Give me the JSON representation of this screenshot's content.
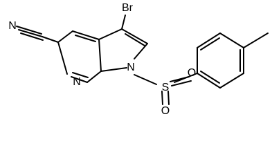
{
  "atoms": {
    "br": "Br",
    "n_nitrile": "N",
    "n_pyridine": "N",
    "n_pyrrole": "N",
    "s": "S",
    "o_upper": "O",
    "o_lower": "O"
  },
  "colors": {
    "bond": "#000000",
    "label": "#000000",
    "background": "#ffffff"
  }
}
